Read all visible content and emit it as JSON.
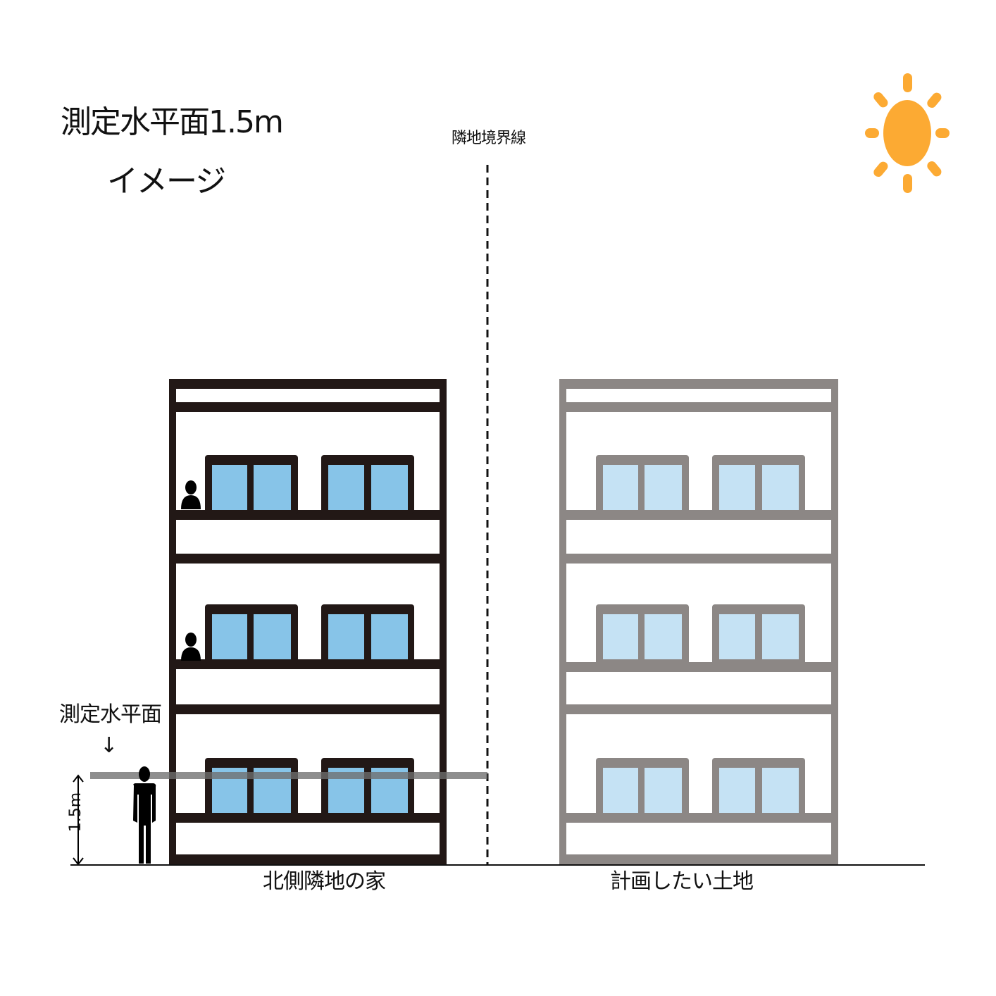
{
  "title": {
    "line1": "測定水平面1.5m",
    "line2": "イメージ"
  },
  "boundary_label": "隣地境界線",
  "measurement": {
    "plane_label": "測定水平面",
    "arrow": "↓",
    "height_label": "1.5m"
  },
  "buildings": {
    "left": {
      "label": "北側隣地の家",
      "frame_color": "#221816",
      "glass_color": "#87C4E8",
      "floors": 3,
      "occupants_on_floors": [
        3,
        2
      ]
    },
    "right": {
      "label": "計画したい土地",
      "frame_color": "#8C8785",
      "glass_color": "#C5E2F4",
      "floors": 3
    }
  },
  "icons": {
    "sun": "sun-icon",
    "person": "person-icon"
  },
  "colors": {
    "sun": "#FCAA33",
    "measurement_plane": "#6E6E6E",
    "ground": "#111111"
  }
}
